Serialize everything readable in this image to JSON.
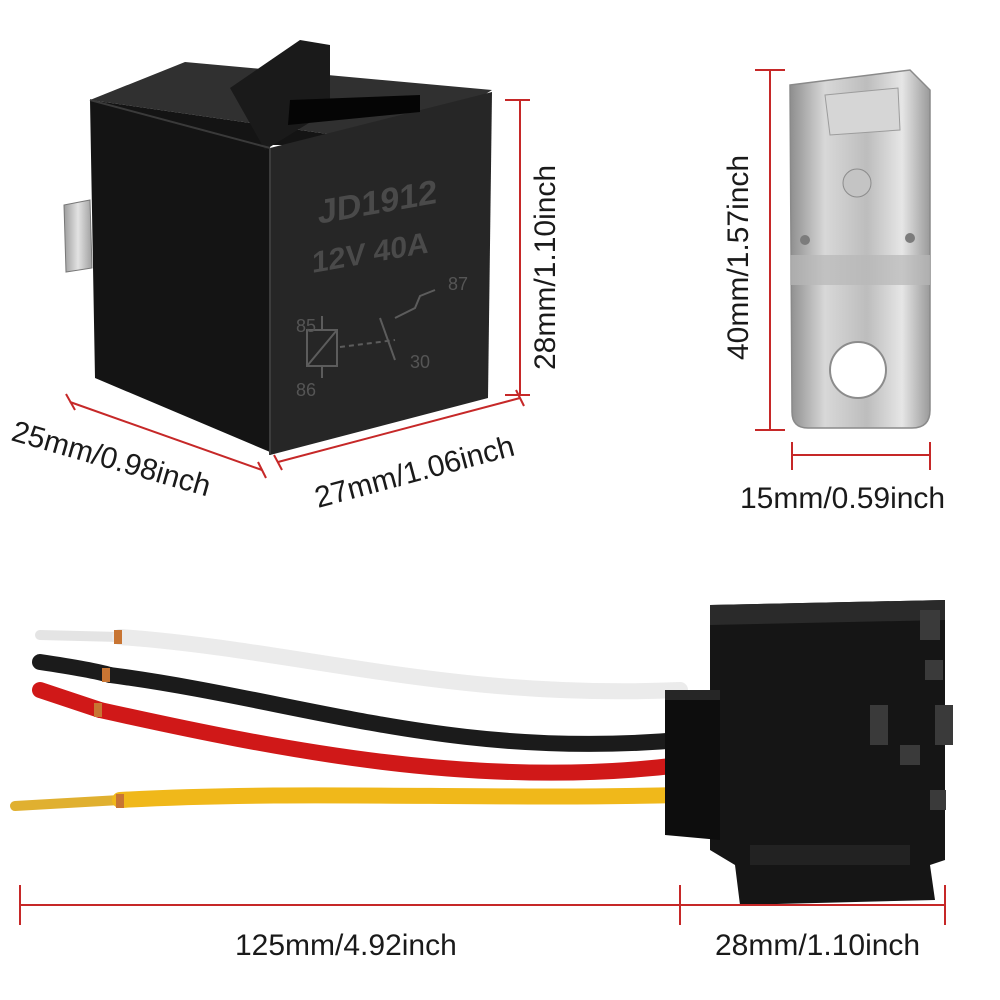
{
  "relay": {
    "model": "JD1912",
    "rating": "12V  40A",
    "pins": {
      "p85": "85",
      "p86": "86",
      "p87": "87",
      "p30": "30"
    }
  },
  "dimensions": {
    "relay_height": "28mm/1.10inch",
    "relay_depth": "25mm/0.98inch",
    "relay_width": "27mm/1.06inch",
    "bracket_height": "40mm/1.57inch",
    "bracket_width": "15mm/0.59inch",
    "wire_length": "125mm/4.92inch",
    "socket_length": "28mm/1.10inch"
  },
  "colors": {
    "dimension_line": "#c62828",
    "relay_body": "#1c1c1c",
    "wire_white": "#f2f2f2",
    "wire_black": "#1b1b1b",
    "wire_red": "#d01818",
    "wire_yellow": "#f0b81a"
  }
}
